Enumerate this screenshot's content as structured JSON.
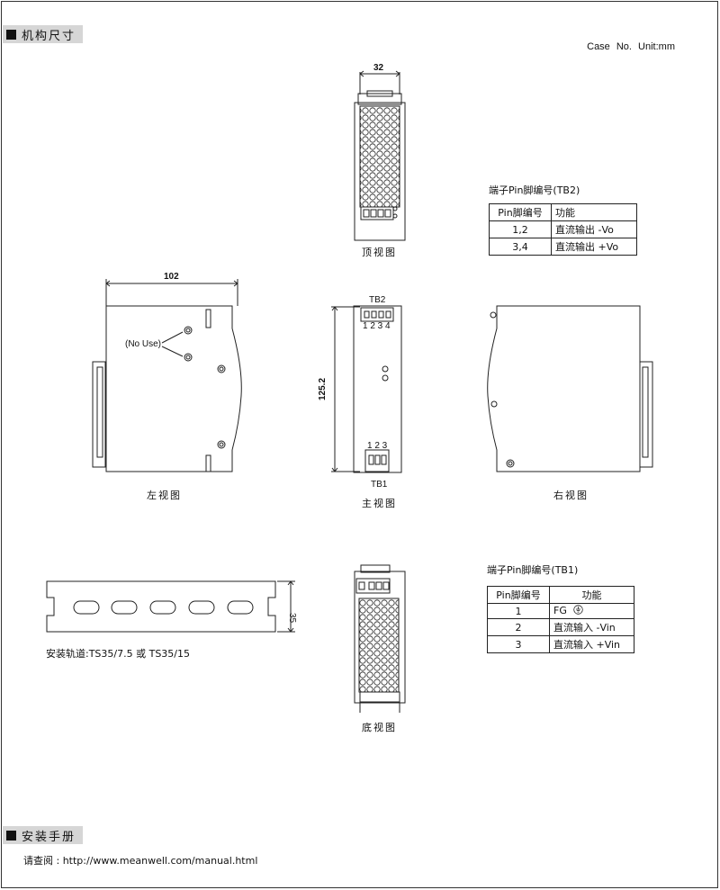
{
  "sections": {
    "dimensions_title": "机构尺寸",
    "install_title": "安装手册"
  },
  "header": {
    "case_no": "Case No.",
    "unit": "Unit:mm"
  },
  "views": {
    "top": "顶视图",
    "left": "左视图",
    "front": "主视图",
    "right": "右视图",
    "bottom": "底视图"
  },
  "dimensions": {
    "width": "32",
    "depth": "102",
    "height": "125.2",
    "rail_height": "35"
  },
  "annotations": {
    "no_use": "(No Use)",
    "tb1": "TB1",
    "tb2": "TB2",
    "tb1_pins": "1 2 3",
    "tb2_pins": "1 2 3 4"
  },
  "table_tb2": {
    "title": "端子Pin脚编号(TB2)",
    "headers": [
      "Pin脚编号",
      "功能"
    ],
    "rows": [
      [
        "1,2",
        "直流输出  -Vo"
      ],
      [
        "3,4",
        "直流输出  +Vo"
      ]
    ]
  },
  "table_tb1": {
    "title": "端子Pin脚编号(TB1)",
    "headers": [
      "Pin脚编号",
      "功能"
    ],
    "rows": [
      [
        "1",
        "FG"
      ],
      [
        "2",
        "直流输入  -Vin"
      ],
      [
        "3",
        "直流输入  +Vin"
      ]
    ]
  },
  "rail": {
    "caption": "安装轨道:TS35/7.5 或 TS35/15"
  },
  "install": {
    "url": "请查阅 : http://www.meanwell.com/manual.html"
  }
}
